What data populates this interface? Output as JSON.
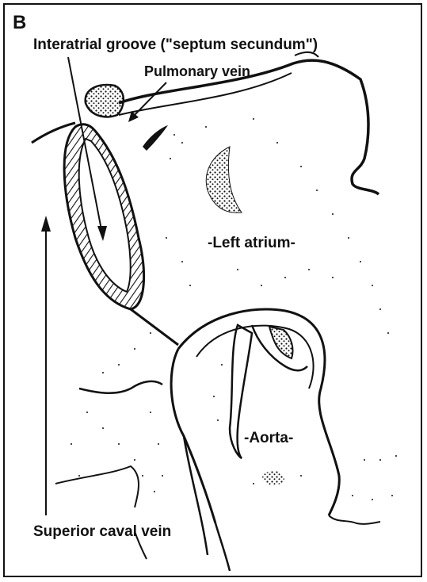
{
  "figure": {
    "panel_letter": "B",
    "labels": {
      "interatrial_groove": "Interatrial groove (\"septum secundum\")",
      "pulmonary_vein": "Pulmonary vein",
      "left_atrium": "-Left atrium-",
      "aorta": "-Aorta-",
      "superior_caval_vein": "Superior caval vein"
    }
  },
  "colors": {
    "ink": "#111111",
    "paper": "#ffffff"
  }
}
